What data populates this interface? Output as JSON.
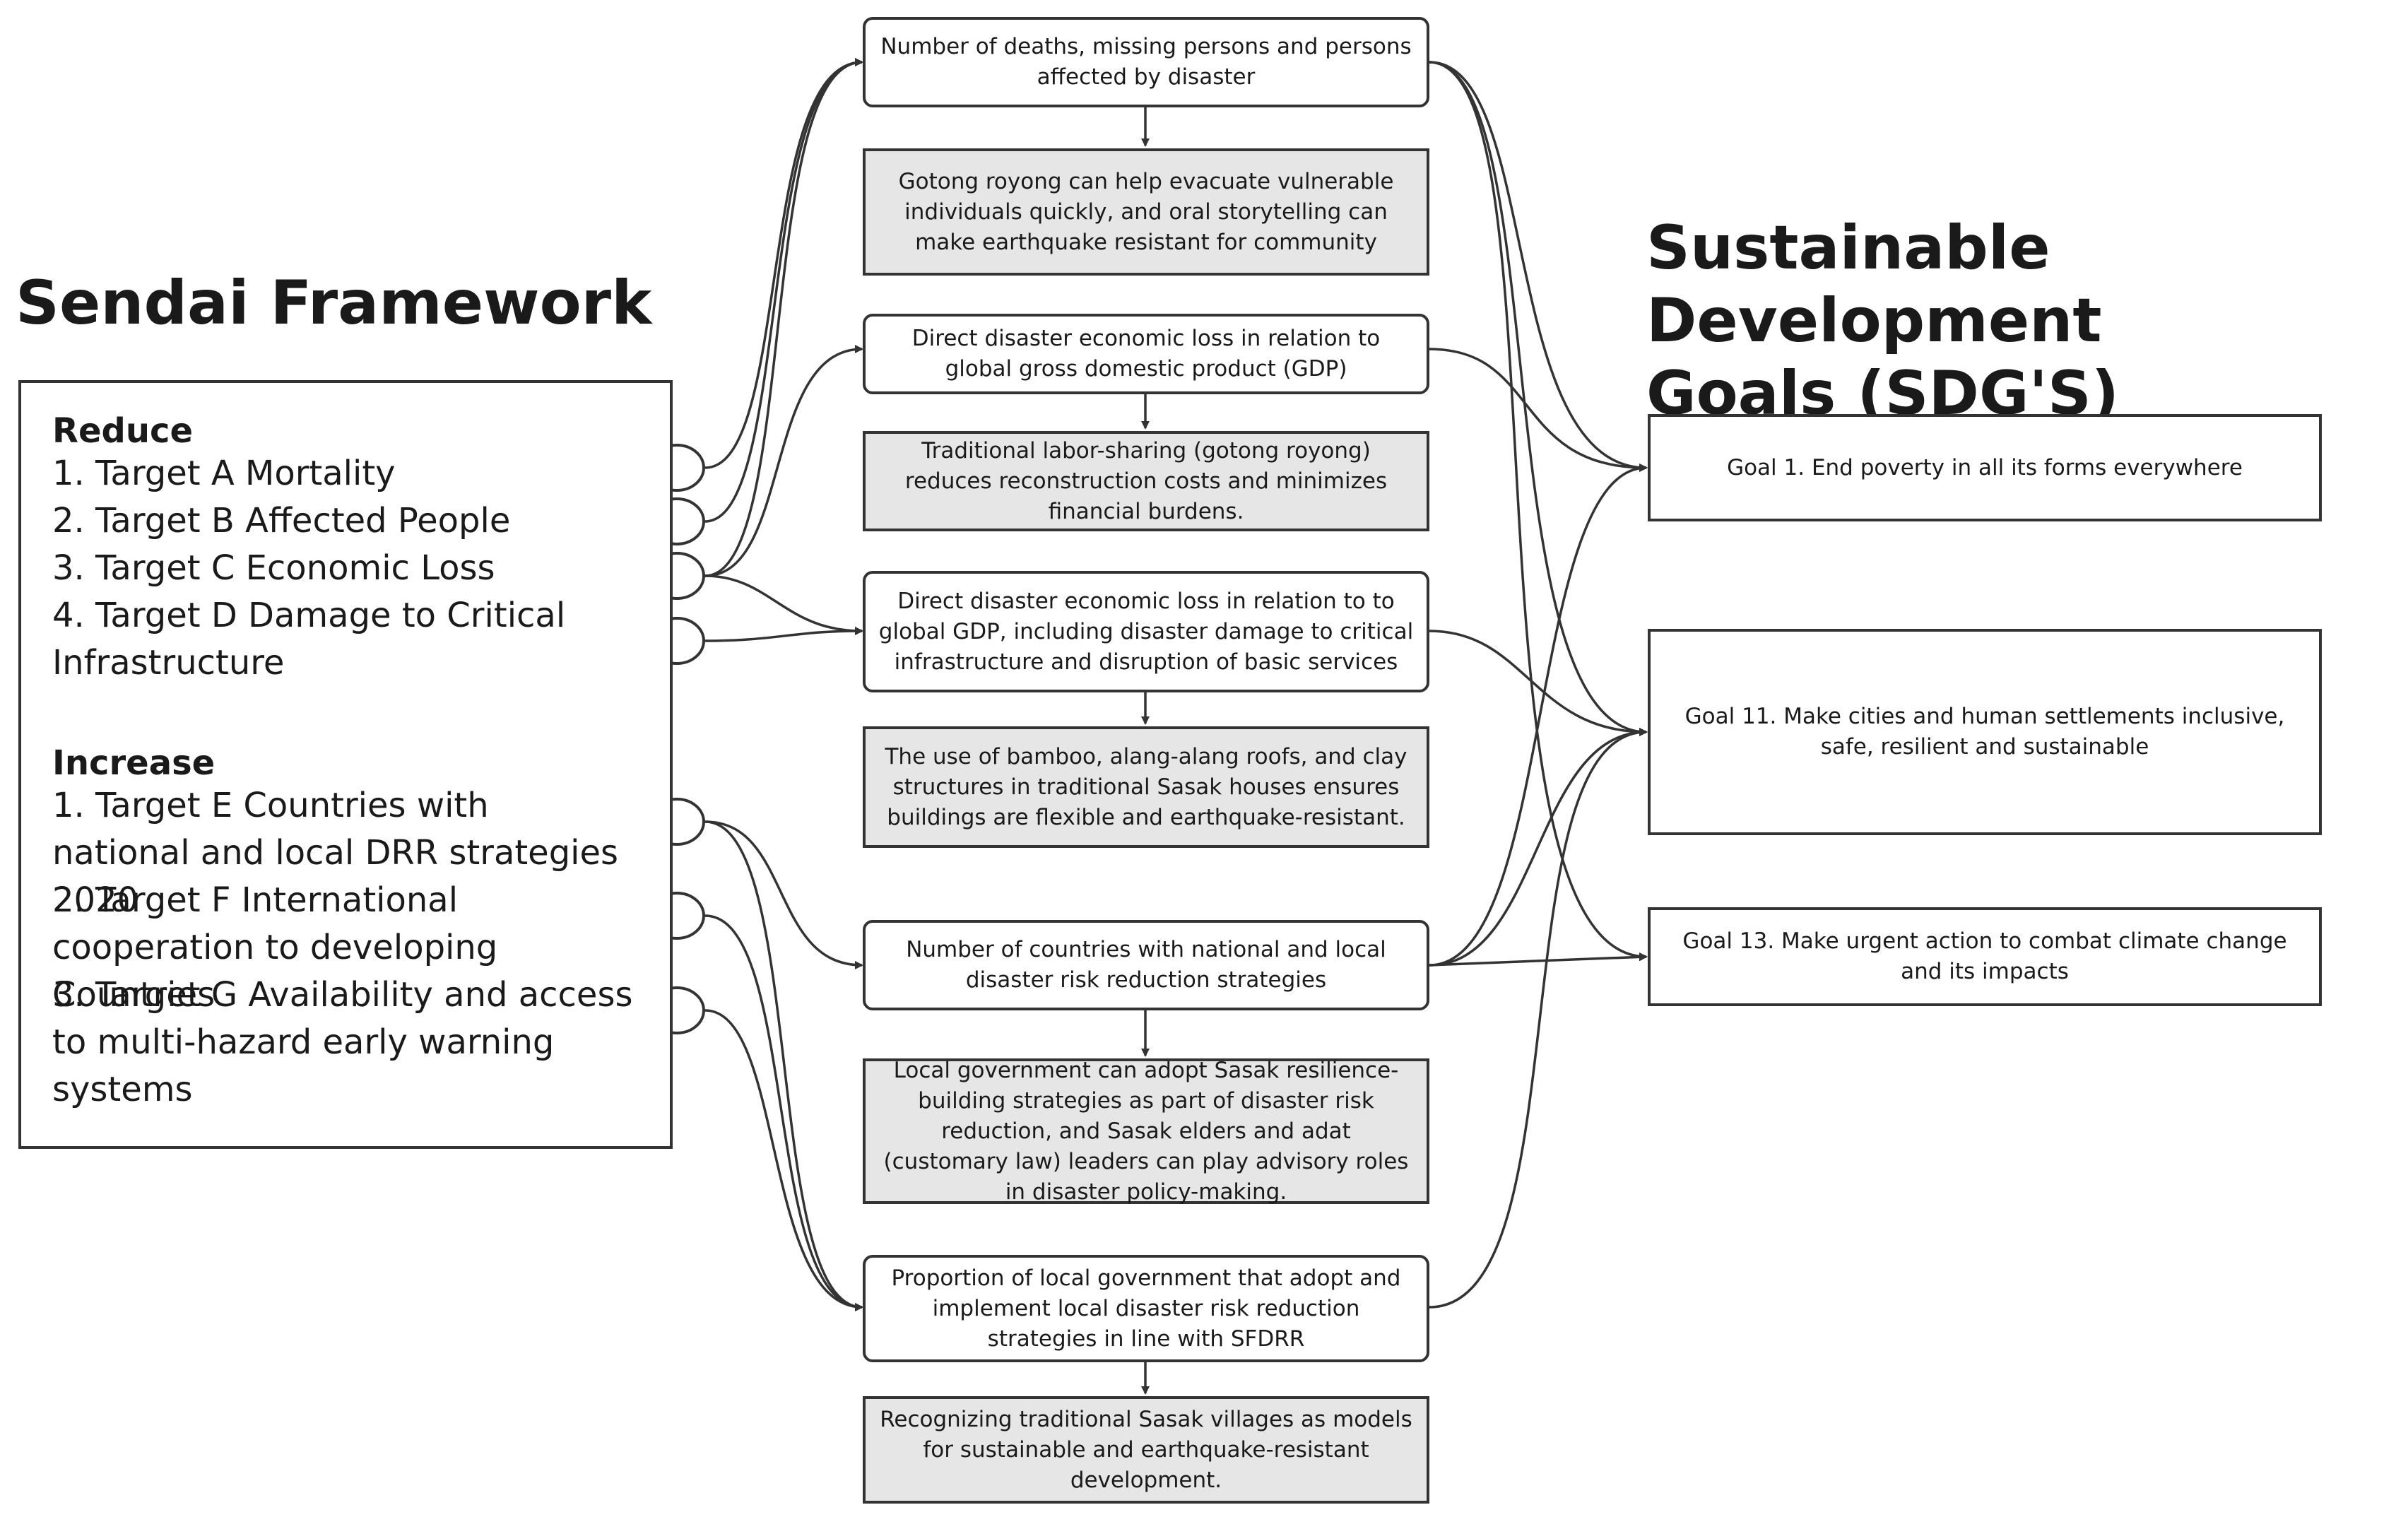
{
  "sendai": {
    "title": "Sendai Framework",
    "reduce_heading": "Reduce",
    "reduce_items": [
      "1. Target A Mortality",
      "2. Target B Affected People",
      "3. Target C Economic Loss",
      "4. Target D Damage to Critical Infrastructure"
    ],
    "increase_heading": "Increase",
    "increase_items": [
      "1. Target E Countries with national and local DRR strategies 2020",
      "2. Target F International cooperation to developing Countries",
      "3. Target G Availability and access to multi-hazard early warning systems"
    ]
  },
  "indicators": [
    {
      "label": "Number of deaths, missing persons and persons affected by disaster",
      "local": "Gotong royong can help evacuate vulnerable individuals quickly, and oral storytelling can make earthquake resistant for community"
    },
    {
      "label": "Direct disaster economic loss in relation to global gross domestic product (GDP)",
      "local": "Traditional labor-sharing (gotong royong) reduces reconstruction costs and minimizes financial burdens."
    },
    {
      "label": "Direct disaster economic loss in relation to to global GDP, including disaster damage to critical infrastructure and disruption of basic services",
      "local": "The use of bamboo, alang-alang roofs, and clay structures in traditional Sasak houses ensures buildings are flexible and earthquake-resistant."
    },
    {
      "label": "Number of countries with national and local disaster risk reduction strategies",
      "local": "Local government can adopt Sasak resilience-building strategies as part of disaster risk reduction, and Sasak elders and adat (customary law) leaders can play advisory roles in disaster policy-making."
    },
    {
      "label": "Proportion of local government that adopt and implement local disaster risk reduction strategies in line with SFDRR",
      "local": "Recognizing traditional Sasak villages as models for sustainable and earthquake-resistant development."
    }
  ],
  "sdg": {
    "title_line1": "Sustainable Development",
    "title_line2": "Goals (SDG'S)",
    "goals": [
      "Goal 1. End poverty in all its forms everywhere",
      "Goal 11. Make cities and human settlements inclusive, safe, resilient and sustainable",
      "Goal 13. Make urgent action to combat climate change and its impacts"
    ]
  },
  "colors": {
    "stroke": "#333333",
    "local_fill": "#e6e6e6",
    "text": "#1a1a1a"
  }
}
